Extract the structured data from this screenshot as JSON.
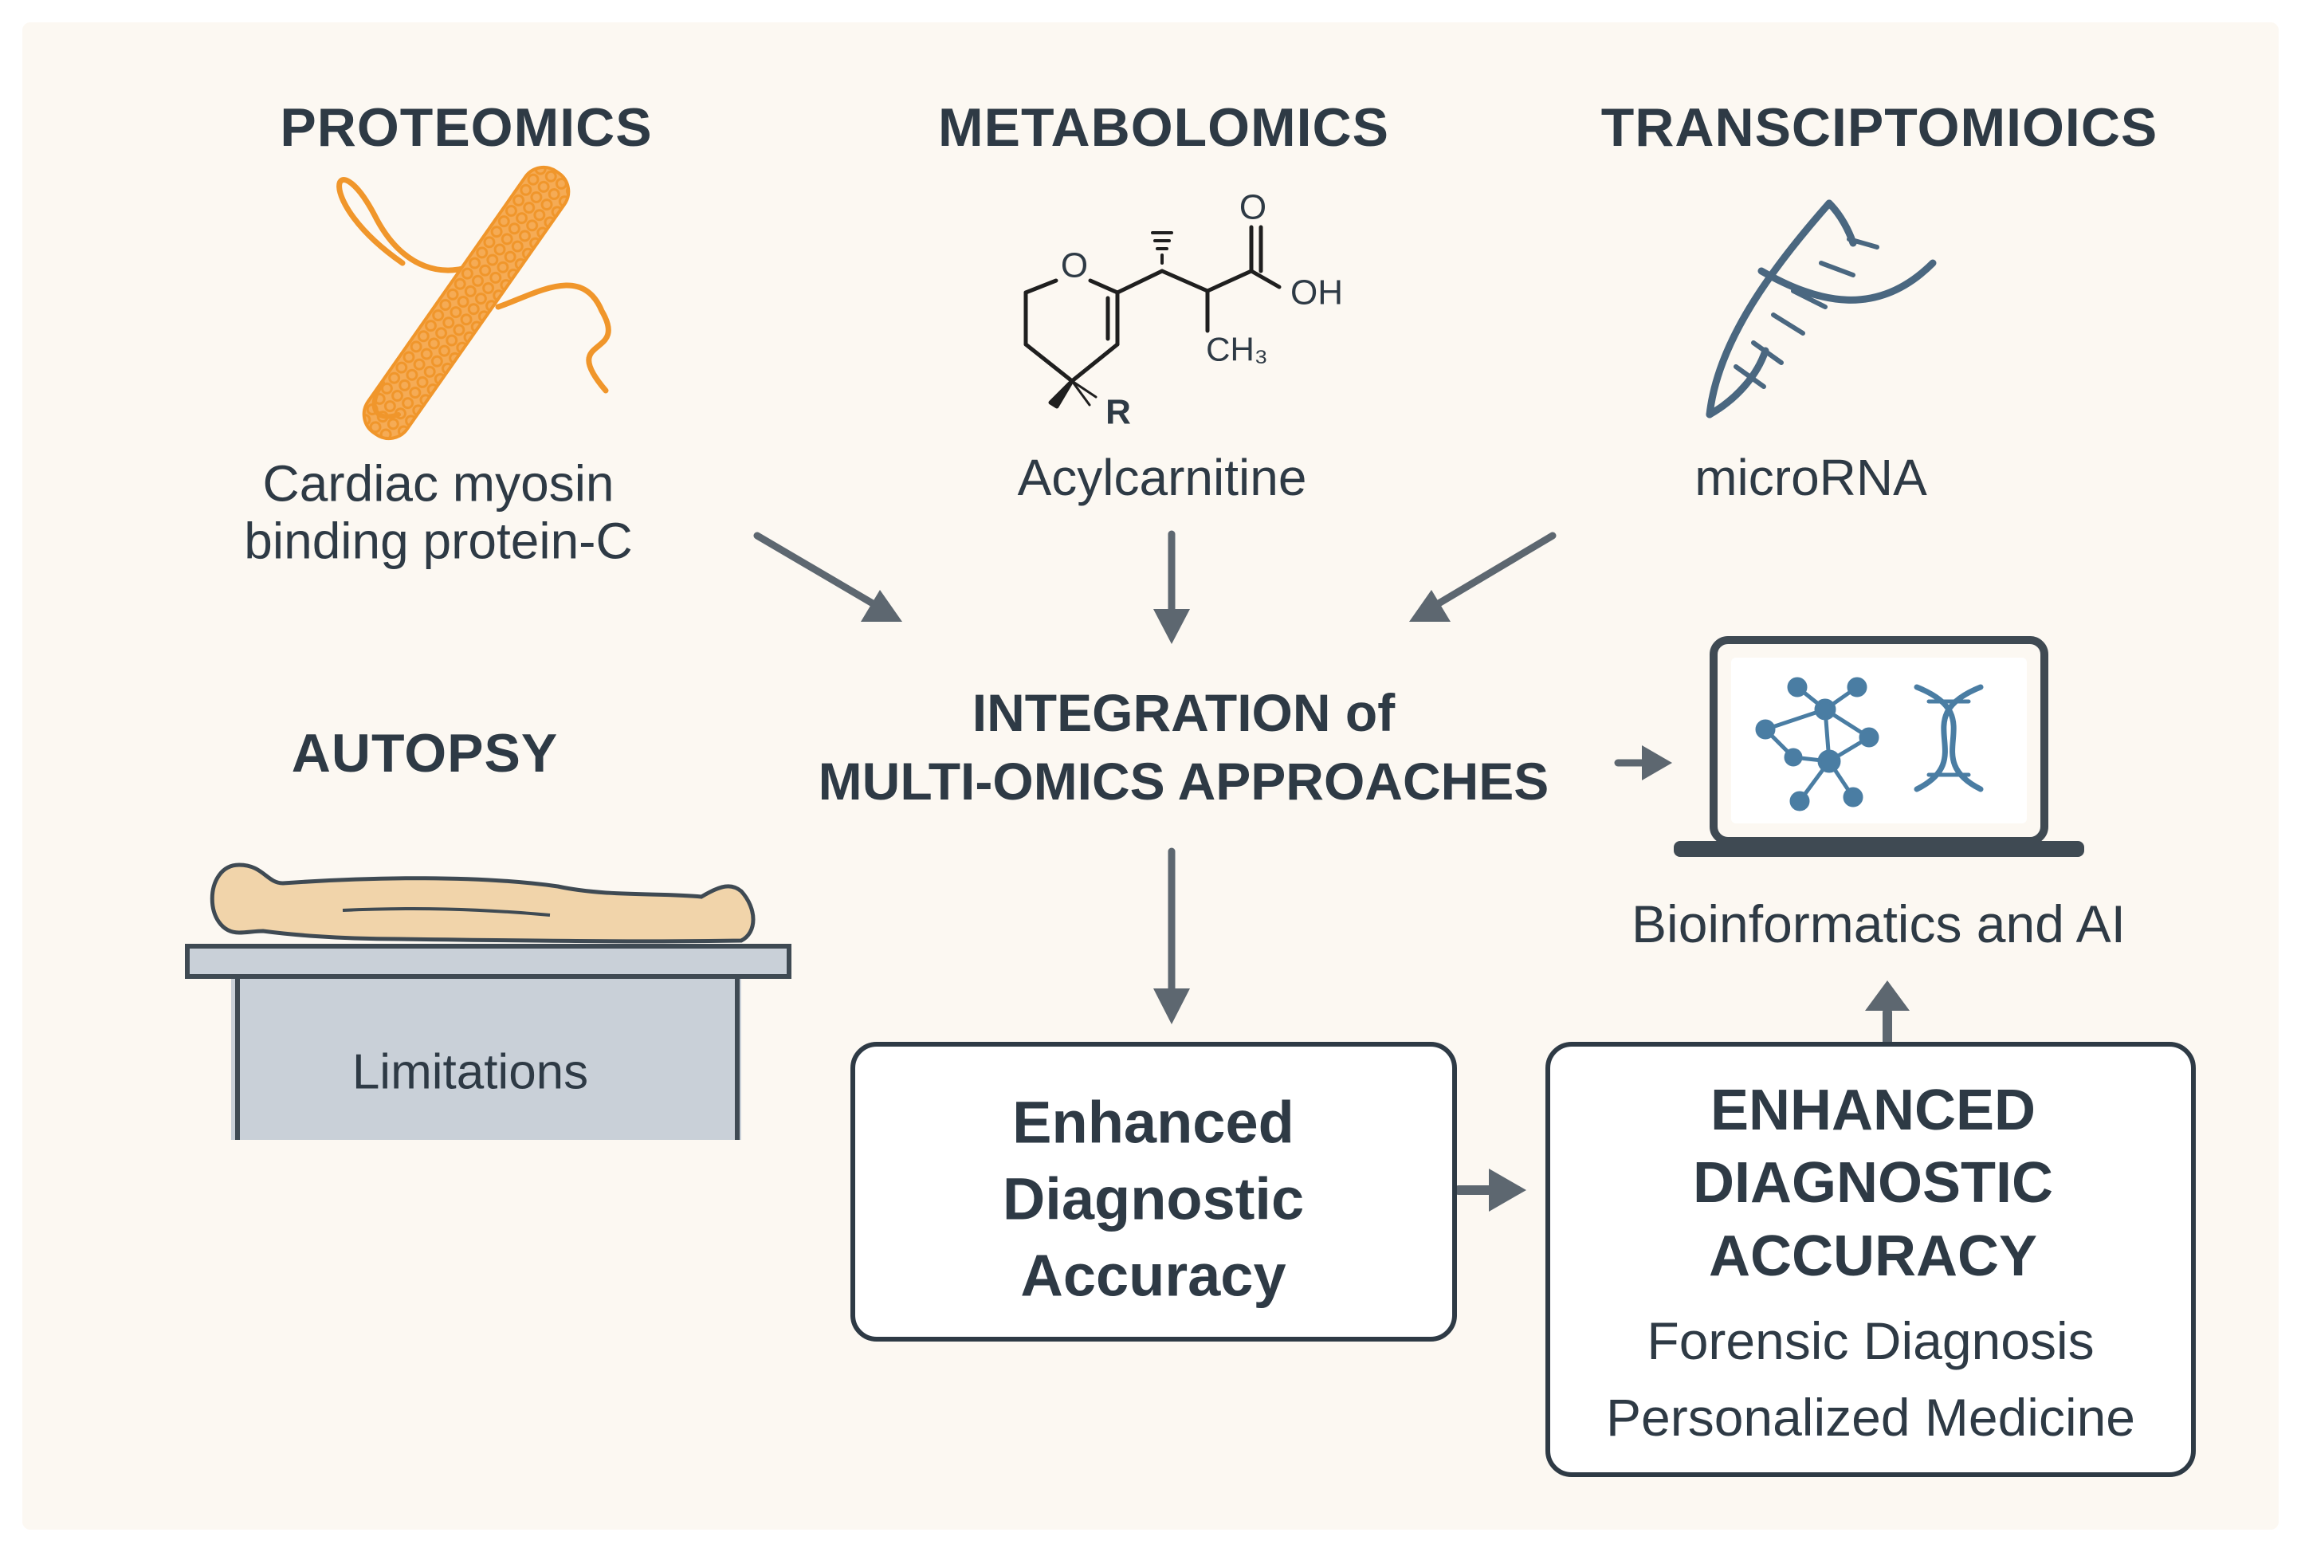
{
  "omics": {
    "proteomics": {
      "heading": "PROTEOMICS",
      "label": "Cardiac myosin\nbinding protein-C"
    },
    "metabolomics": {
      "heading": "METABOLOMICS",
      "label": "Acylcarnitine",
      "structure_labels": {
        "ring_o": "O",
        "carbonyl_o": "O",
        "hydroxyl": "OH",
        "methyl": "CH₃",
        "r_group": "R"
      }
    },
    "transcriptomics": {
      "heading": "TRANSCIPTOMIOICS",
      "label": "microRNA"
    }
  },
  "integration": {
    "label": "INTEGRATION of\nMULTI-OMICS APPROACHES"
  },
  "autopsy": {
    "heading": "AUTOPSY",
    "table_label": "Limitations"
  },
  "bioinformatics": {
    "label": "Bioinformatics and AI"
  },
  "accuracy_box": {
    "text": "Enhanced\nDiagnostic\nAccuracy"
  },
  "outcome_box": {
    "title": "ENHANCED\nDIAGNOSTIC\nACCURACY",
    "items": [
      "Forensic Diagnosis",
      "Personalized Medicine"
    ]
  },
  "colors": {
    "background": "#fcf8f2",
    "text": "#2e3a45",
    "arrow": "#5d6770",
    "protein": "#f0962b",
    "dna": "#4a6780",
    "body": "#f1d4aa",
    "table": "#c9d0d8"
  }
}
